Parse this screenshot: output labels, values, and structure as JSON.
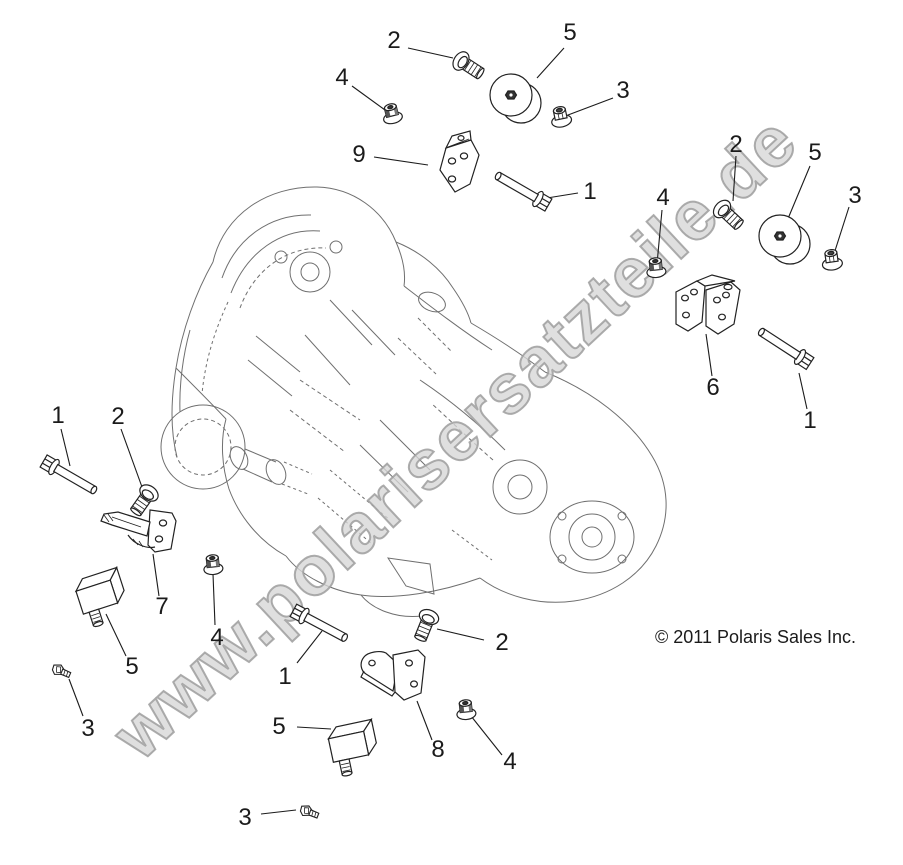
{
  "diagram": {
    "watermark_text": "www.polarisersatzteile.de",
    "copyright_text": "© 2011 Polaris Sales Inc."
  },
  "callouts": [
    {
      "label": "2"
    },
    {
      "label": "5"
    },
    {
      "label": "4"
    },
    {
      "label": "3"
    },
    {
      "label": "9"
    },
    {
      "label": "1"
    },
    {
      "label": "2"
    },
    {
      "label": "5"
    },
    {
      "label": "3"
    },
    {
      "label": "4"
    },
    {
      "label": "6"
    },
    {
      "label": "1"
    },
    {
      "label": "1"
    },
    {
      "label": "2"
    },
    {
      "label": "7"
    },
    {
      "label": "5"
    },
    {
      "label": "4"
    },
    {
      "label": "3"
    },
    {
      "label": "1"
    },
    {
      "label": "2"
    },
    {
      "label": "8"
    },
    {
      "label": "4"
    },
    {
      "label": "5"
    },
    {
      "label": "3"
    }
  ],
  "colors": {
    "part_line": "#222222",
    "sketch_line": "#6f6f6f",
    "leader_line": "#1b1b1b",
    "watermark_gray": "#d6d6d6"
  }
}
